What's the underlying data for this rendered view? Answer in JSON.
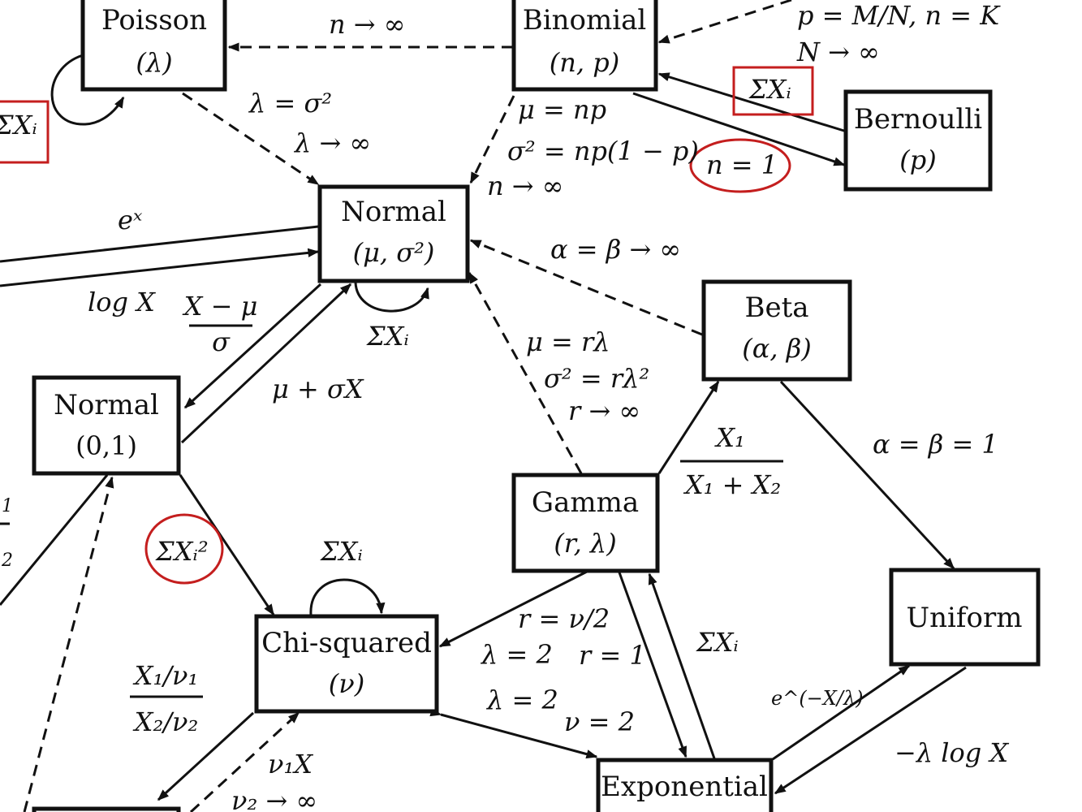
{
  "nodes": {
    "poisson": {
      "name": "Poisson",
      "param": "(λ)"
    },
    "binomial": {
      "name": "Binomial",
      "param": "(n, p)"
    },
    "bernoulli": {
      "name": "Bernoulli",
      "param": "(p)"
    },
    "normal": {
      "name": "Normal",
      "param": "(μ, σ²)"
    },
    "beta": {
      "name": "Beta",
      "param": "(α, β)"
    },
    "std_normal": {
      "name": "Normal",
      "param": "(0,1)"
    },
    "gamma": {
      "name": "Gamma",
      "param": "(r, λ)"
    },
    "chi_squared": {
      "name": "Chi-squared",
      "param": "(ν)"
    },
    "uniform": {
      "name": "Uniform"
    },
    "exponential": {
      "name": "Exponential"
    }
  },
  "labels": {
    "hyper_p": "p = M/N, n = K",
    "hyper_n": "N → ∞",
    "binom_pois_n": "n → ∞",
    "sum_xi": "ΣXᵢ",
    "sum_xi_sq": "ΣXᵢ²",
    "n_eq_1": "n = 1",
    "lambda_sigma": "λ = σ²",
    "lambda_inf": "λ → ∞",
    "mu_np": "μ = np",
    "sigma_np": "σ² = np(1 − p)",
    "binom_n_inf": "n → ∞",
    "e_x": "eˣ",
    "log_x": "log X",
    "alpha_beta_inf": "α = β → ∞",
    "standardize_num": "X − μ",
    "standardize_den": "σ",
    "mu_sigma_x": "μ + σX",
    "mu_r_lambda": "μ = rλ",
    "sigma_r_lambda": "σ² = rλ²",
    "r_inf": "r → ∞",
    "beta_ratio_num": "X₁",
    "beta_ratio_den": "X₁ + X₂",
    "alpha_beta_1": "α = β = 1",
    "r_nu_half": "r = ν/2",
    "lambda_2a": "λ = 2",
    "r_1": "r = 1",
    "lambda_2b": "λ = 2",
    "nu_2": "ν = 2",
    "e_neg_x_lambda": "e^(−X/λ)",
    "neg_lambda_log": "−λ log X",
    "f_ratio_num": "X₁/ν₁",
    "f_ratio_den": "X₂/ν₂",
    "nu1_x": "ν₁X",
    "nu2_inf": "ν₂ → ∞",
    "x1_frag": "1",
    "x2_frag": "2"
  },
  "annotation_color": "#c41e1e"
}
